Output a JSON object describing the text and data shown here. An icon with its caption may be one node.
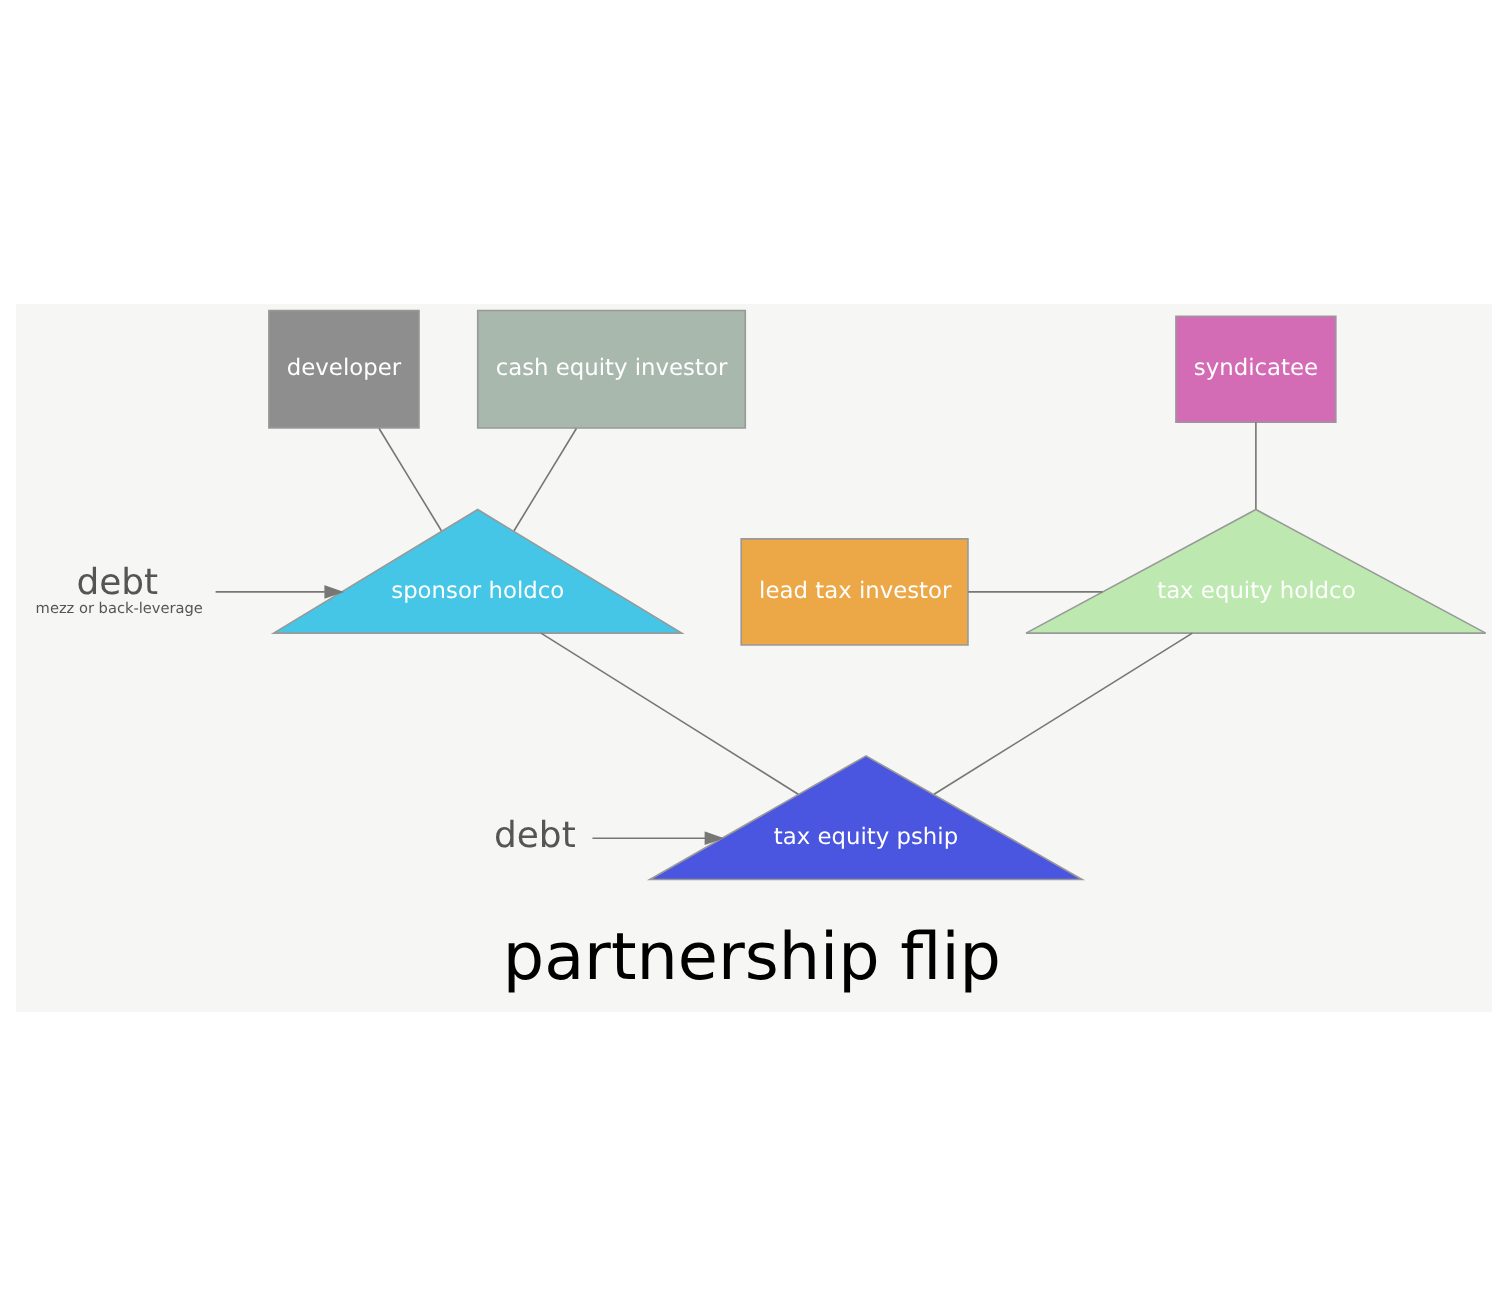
{
  "diagram": {
    "caption": "partnership flip",
    "nodes": [
      {
        "text": [
          "developer"
        ]
      },
      {
        "text": [
          "cash equity investor"
        ]
      },
      {
        "text": [
          "syndicatee"
        ]
      },
      {
        "text": [
          "lead tax investor"
        ]
      },
      {
        "text": [
          "debt"
        ],
        "beside": [
          "mezz or back-leverage"
        ]
      },
      {
        "text": [
          "sponsor holdco"
        ]
      },
      {
        "text": [
          "tax equity holdco"
        ]
      },
      {
        "text": [
          "debt"
        ]
      },
      {
        "text": [
          "tax equity pship"
        ]
      }
    ],
    "edges": [
      {
        "from": 0,
        "to": 5,
        "arrow": "none"
      },
      {
        "from": 1,
        "to": 5,
        "arrow": "none"
      },
      {
        "from": 4,
        "to": 5,
        "arrow": "to"
      },
      {
        "from": 2,
        "to": 6,
        "arrow": "none"
      },
      {
        "from": 3,
        "to": 6,
        "arrow": "none"
      },
      {
        "from": 5,
        "to": 8,
        "arrow": "none"
      },
      {
        "from": 6,
        "to": 8,
        "arrow": "none"
      },
      {
        "from": 7,
        "to": 8,
        "arrow": "to"
      }
    ]
  }
}
